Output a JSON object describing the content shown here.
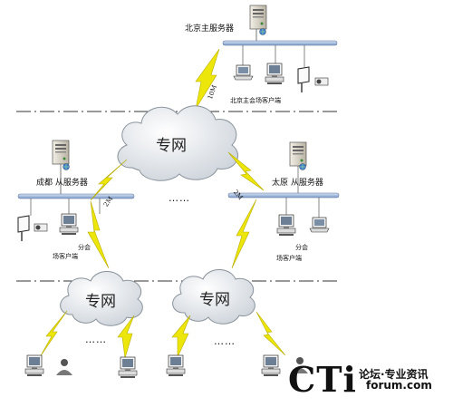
{
  "nodes": {
    "beijing_server": "北京主服务器",
    "beijing_clients": "北京主会场客户端",
    "chengdu_server": "成都 从服务器",
    "taiyuan_server": "太原  从服务器",
    "chengdu_clients_line1": "分会",
    "chengdu_clients_line2": "场客户端",
    "taiyuan_clients_line1": "分会",
    "taiyuan_clients_line2": "场客户端"
  },
  "networks": {
    "top_cloud": "专网",
    "left_cloud": "专网",
    "right_cloud": "专网"
  },
  "links": {
    "beijing_link": "10M",
    "chengdu_link": "2M",
    "taiyuan_link": "2M"
  },
  "ellipsis": {
    "center": "……",
    "bottom_left": "……",
    "bottom_right": "……"
  },
  "watermark": {
    "brand": "CTi",
    "tagline": "论坛·专业资讯",
    "url": "forum.com"
  },
  "colors": {
    "lan_bar": "#9fb6d9",
    "lightning": "#e8e000",
    "cloud_fill": "#e6eaee"
  }
}
